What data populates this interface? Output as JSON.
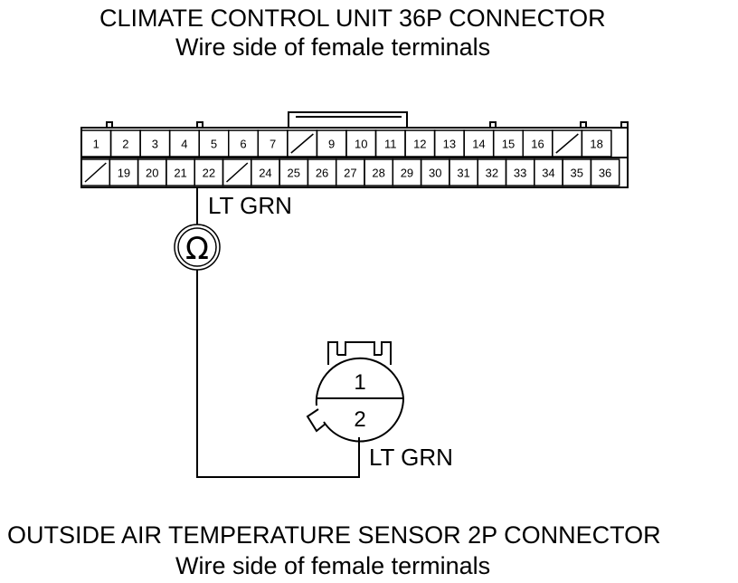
{
  "top_connector": {
    "title": "CLIMATE CONTROL UNIT 36P CONNECTOR",
    "subtitle": "Wire side of female terminals",
    "row1": [
      "1",
      "2",
      "3",
      "4",
      "5",
      "6",
      "7",
      "",
      "9",
      "10",
      "11",
      "12",
      "13",
      "14",
      "15",
      "16",
      "",
      "18"
    ],
    "row2": [
      "",
      "19",
      "20",
      "21",
      "22",
      "",
      "24",
      "25",
      "26",
      "27",
      "28",
      "29",
      "30",
      "31",
      "32",
      "33",
      "34",
      "35",
      "36"
    ]
  },
  "meter_symbol": "Ω",
  "wire_top_label": "LT GRN",
  "wire_bottom_label": "LT GRN",
  "bottom_connector": {
    "pins": [
      "1",
      "2"
    ],
    "title": "OUTSIDE AIR TEMPERATURE SENSOR 2P CONNECTOR",
    "subtitle": "Wire side of female terminals"
  }
}
